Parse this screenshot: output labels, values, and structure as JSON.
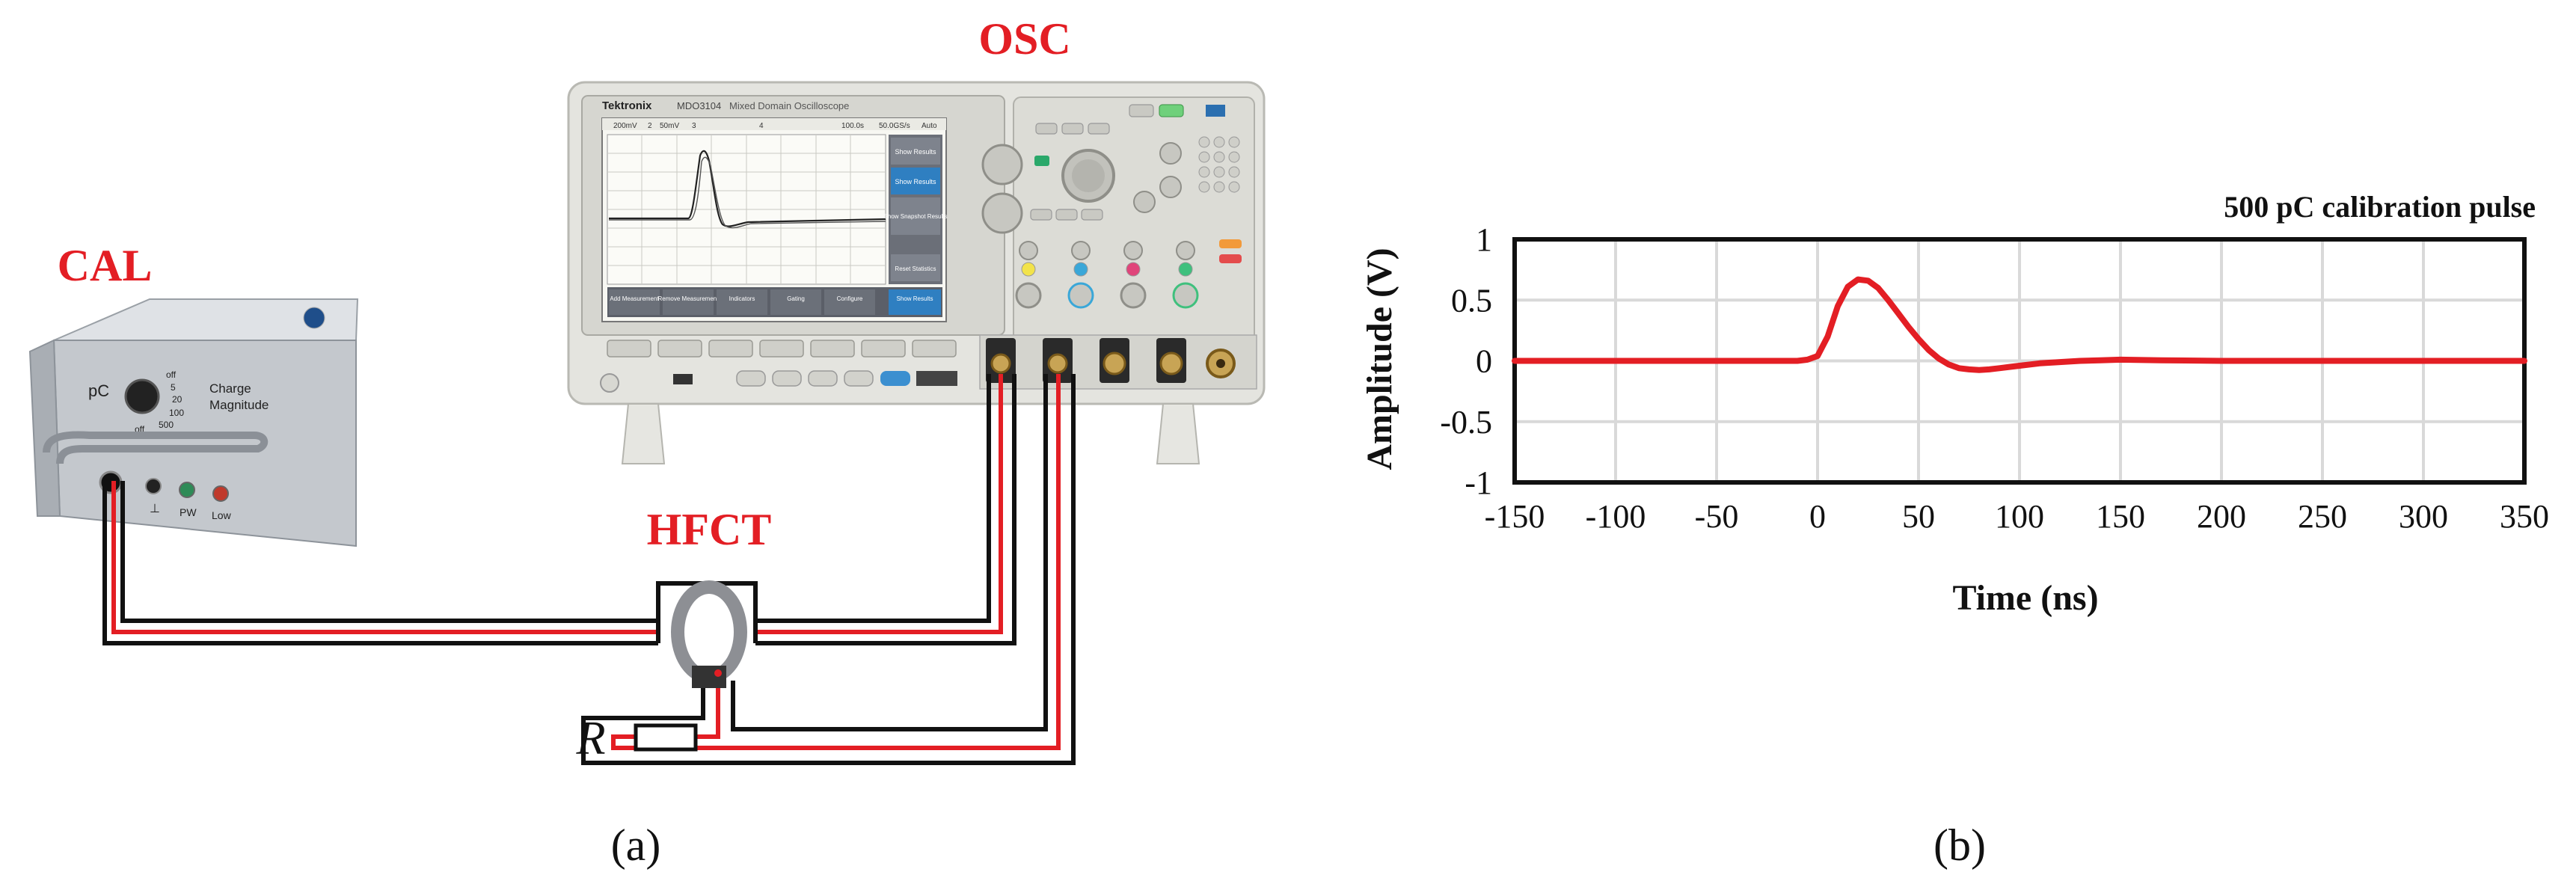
{
  "panel_a": {
    "caption": "(a)",
    "labels": {
      "osc": "OSC",
      "cal": "CAL",
      "hfct": "HFCT",
      "resistor": "R"
    },
    "calibrator": {
      "unit": "pC",
      "title_line1": "Charge",
      "title_line2": "Magnitude",
      "dial_values": [
        "off",
        "5",
        "20",
        "100",
        "500",
        "off"
      ],
      "jack_labels": [
        "⊥",
        "PW",
        "Low"
      ]
    },
    "oscilloscope": {
      "brand": "Tektronix",
      "model": "MDO3104",
      "series": "Mixed Domain Oscilloscope",
      "top_readouts": [
        "200mV",
        "2",
        "50mV",
        "3",
        "4",
        "100.0s",
        "50.0GS/s",
        "Auto"
      ],
      "side_menu": [
        "Show Results",
        "Show Results",
        "Show Snapshot Results",
        "Reset Statistics"
      ],
      "bottom_menu": [
        "Add Measurement",
        "Remove Measurement",
        "Indicators",
        "Gating",
        "Configure",
        "Show Results"
      ],
      "channel_colors": [
        "#f2e34a",
        "#3aa7d8",
        "#e0457a",
        "#3fc07d"
      ]
    },
    "colors": {
      "signal_wire": "#e31e24",
      "shield_wire": "#111111",
      "label": "#e31e24"
    }
  },
  "panel_b": {
    "caption": "(b)",
    "chart_data": {
      "type": "line",
      "title": "500 pC calibration pulse",
      "xlabel": "Time (ns)",
      "ylabel": "Amplitude (V)",
      "xlim": [
        -150,
        350
      ],
      "ylim": [
        -1,
        1
      ],
      "x_ticks": [
        -150,
        -100,
        -50,
        0,
        50,
        100,
        150,
        200,
        250,
        300,
        350
      ],
      "y_ticks": [
        1,
        0.5,
        0,
        -0.5,
        -1
      ],
      "y_tick_labels": [
        "1",
        "0.5",
        "0",
        "-0.5",
        "-1"
      ],
      "grid": true,
      "series": [
        {
          "color": "#e31e24",
          "x": [
            -150,
            -10,
            -5,
            0,
            5,
            10,
            15,
            20,
            25,
            30,
            35,
            40,
            45,
            50,
            55,
            60,
            65,
            70,
            75,
            80,
            85,
            90,
            95,
            100,
            110,
            120,
            130,
            140,
            150,
            170,
            200,
            250,
            300,
            350
          ],
          "y": [
            0,
            0,
            0.01,
            0.04,
            0.2,
            0.45,
            0.61,
            0.67,
            0.66,
            0.6,
            0.5,
            0.39,
            0.28,
            0.18,
            0.09,
            0.02,
            -0.03,
            -0.06,
            -0.07,
            -0.075,
            -0.07,
            -0.06,
            -0.05,
            -0.04,
            -0.02,
            -0.01,
            0.0,
            0.005,
            0.01,
            0.005,
            0,
            0,
            0,
            0
          ]
        }
      ]
    }
  }
}
